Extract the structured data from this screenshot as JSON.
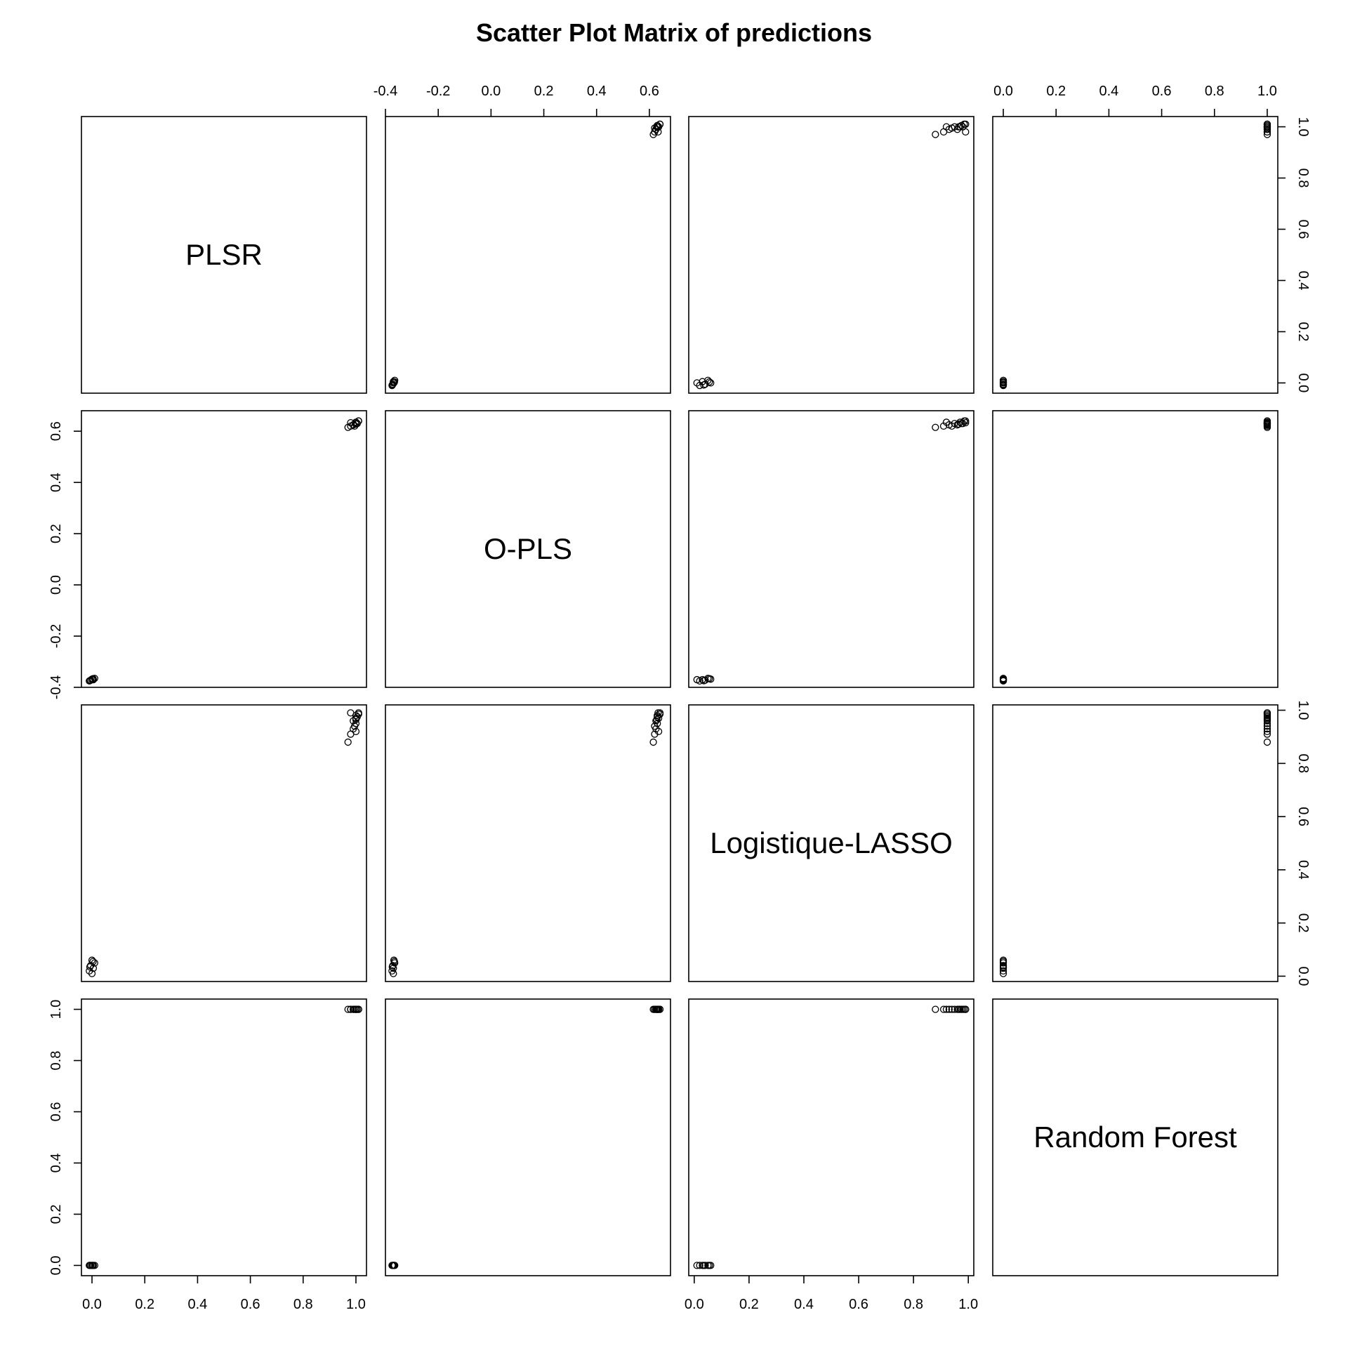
{
  "chart_data": {
    "type": "scatter",
    "title": "Scatter Plot Matrix of predictions",
    "variables": [
      "PLSR",
      "O-PLS",
      "Logistique-LASSO",
      "Random Forest"
    ],
    "axis_ranges": {
      "PLSR": [
        -0.04,
        1.04
      ],
      "O-PLS": [
        -0.4,
        0.68
      ],
      "Logistique-LASSO": [
        -0.02,
        1.02
      ],
      "Random Forest": [
        -0.04,
        1.04
      ]
    },
    "axis_ticks": {
      "PLSR": [
        "0.0",
        "0.2",
        "0.4",
        "0.6",
        "0.8",
        "1.0"
      ],
      "O-PLS": [
        "-0.4",
        "-0.2",
        "0.0",
        "0.2",
        "0.4",
        "0.6"
      ],
      "Logistique-LASSO": [
        "0.0",
        "0.2",
        "0.4",
        "0.6",
        "0.8",
        "1.0"
      ],
      "Random Forest": [
        "0.0",
        "0.2",
        "0.4",
        "0.6",
        "0.8",
        "1.0"
      ]
    },
    "axes_placement": {
      "top": [
        "O-PLS",
        "Random Forest"
      ],
      "bottom": [
        "PLSR",
        "Logistique-LASSO"
      ],
      "left": [
        "O-PLS",
        "Random Forest"
      ],
      "right": [
        "PLSR",
        "Logistique-LASSO"
      ]
    },
    "observations": {
      "PLSR": [
        -0.01,
        -0.005,
        0.0,
        0.005,
        0.01,
        0.0,
        -0.008,
        0.004,
        0.97,
        0.98,
        0.99,
        1.0,
        1.0,
        1.01,
        1.0,
        0.99,
        1.0,
        1.01,
        0.995,
        1.005,
        1.0,
        0.98
      ],
      "O-PLS": [
        -0.375,
        -0.372,
        -0.368,
        -0.37,
        -0.365,
        -0.37,
        -0.374,
        -0.366,
        0.615,
        0.62,
        0.625,
        0.63,
        0.635,
        0.64,
        0.63,
        0.625,
        0.635,
        0.64,
        0.62,
        0.63,
        0.628,
        0.633
      ],
      "Logistique-LASSO": [
        0.02,
        0.04,
        0.06,
        0.03,
        0.05,
        0.01,
        0.035,
        0.055,
        0.88,
        0.91,
        0.93,
        0.95,
        0.97,
        0.99,
        0.98,
        0.96,
        0.92,
        0.985,
        0.94,
        0.975,
        0.965,
        0.99
      ],
      "Random Forest": [
        0.0,
        0.0,
        0.0,
        0.0,
        0.0,
        0.0,
        0.0,
        0.0,
        1.0,
        1.0,
        1.0,
        1.0,
        1.0,
        1.0,
        1.0,
        1.0,
        1.0,
        1.0,
        1.0,
        1.0,
        1.0,
        1.0
      ]
    },
    "grid": false,
    "legend": "none"
  }
}
